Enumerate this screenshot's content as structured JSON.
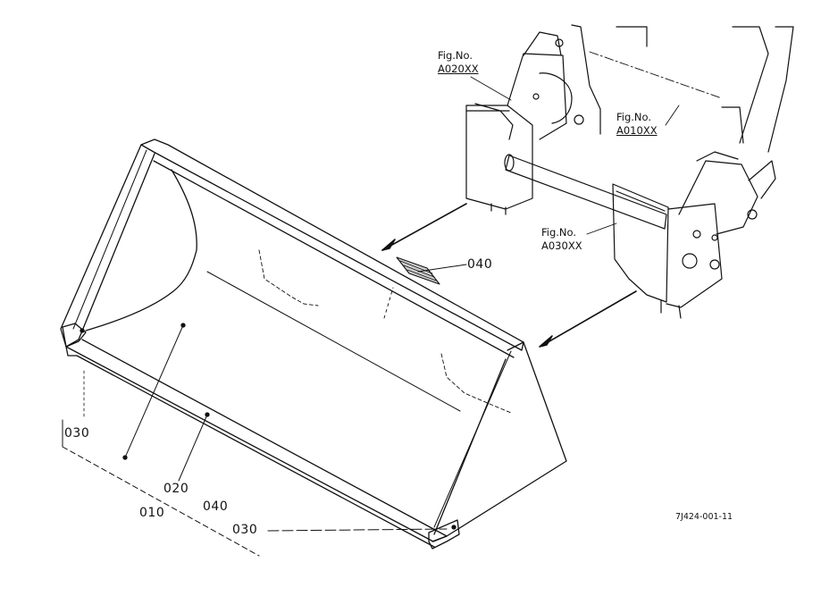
{
  "figure_refs": [
    {
      "label": "Fig.No.",
      "code": "A020XX"
    },
    {
      "label": "Fig.No.",
      "code": "A010XX"
    },
    {
      "label": "Fig.No.",
      "code": "A030XX"
    }
  ],
  "part_callouts": {
    "wear_pad": "040",
    "side_plate_left": "030",
    "reinforcement": "020",
    "bucket_body": "010",
    "pad_bottom": "040",
    "side_plate_right": "030"
  },
  "drawing_id": "7J424-001-11",
  "colors": {
    "ink": "#111111",
    "paper": "#ffffff"
  }
}
